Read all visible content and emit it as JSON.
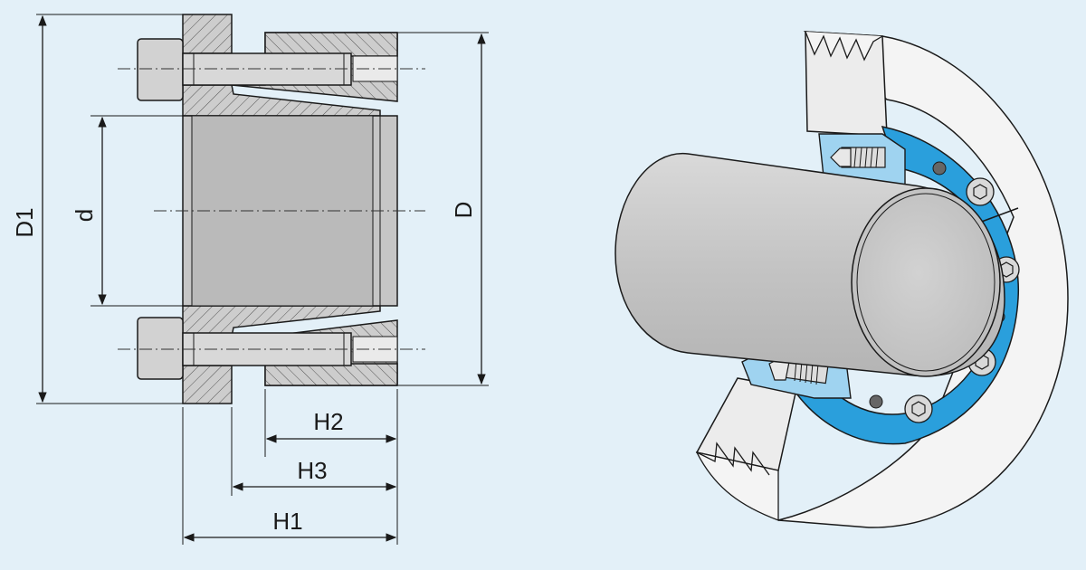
{
  "colors": {
    "background": "#e3f0f8",
    "steel": "#c9c9c9",
    "steel_light": "#d6d6d6",
    "bore": "#bdbdbd",
    "outline": "#1a1a1a",
    "accent_blue": "#2a9fdc",
    "light_blue": "#9fd3f0",
    "hub_white": "#f4f4f4"
  },
  "labels": {
    "D1": "D1",
    "d": "d",
    "D": "D",
    "H2": "H2",
    "H3": "H3",
    "H1": "H1"
  },
  "icons": [
    "hex-socket-screw-icon",
    "threaded-hole-icon",
    "slit-icon"
  ]
}
